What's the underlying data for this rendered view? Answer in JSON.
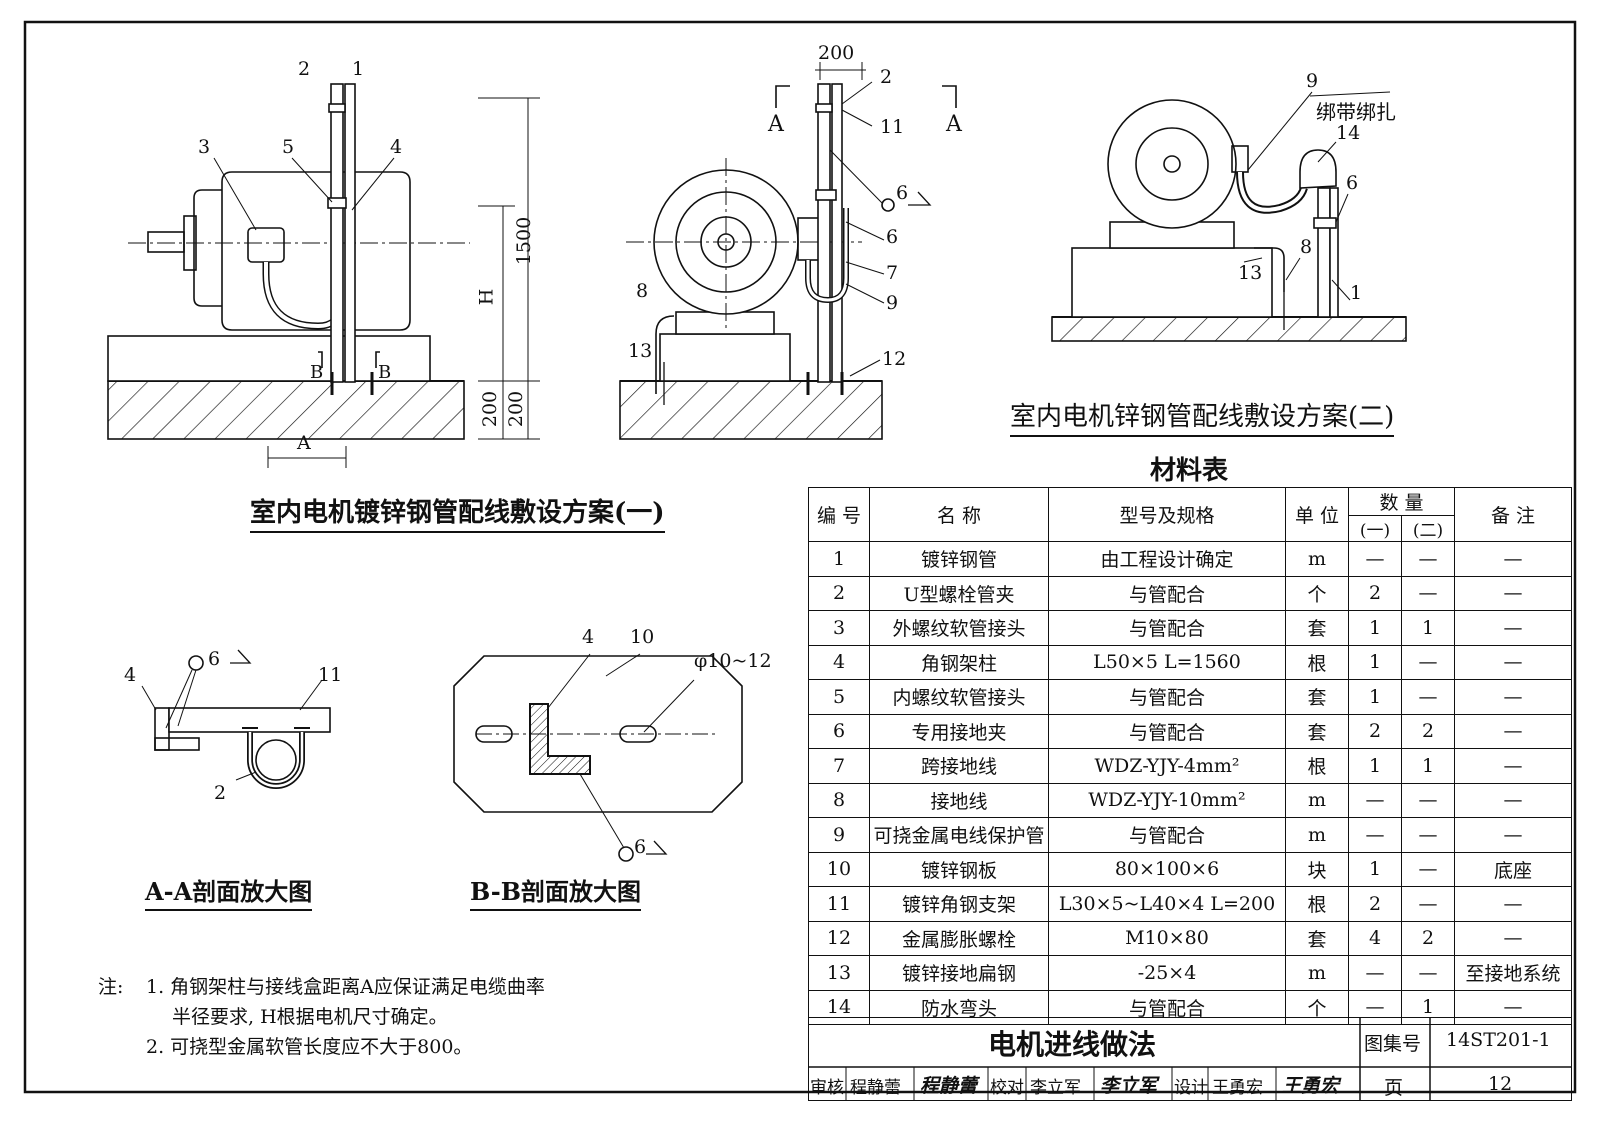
{
  "scheme1": {
    "caption": "室内电机镀锌钢管配线敷设方案(一)",
    "callouts": [
      "1",
      "2",
      "3",
      "4",
      "5"
    ],
    "dims": {
      "h": "H",
      "h1500": "1500",
      "d200a": "200",
      "d200b": "200",
      "a": "A"
    },
    "section_marks": [
      "B",
      "B"
    ]
  },
  "scheme_front": {
    "callouts": [
      "2",
      "11",
      "6",
      "6",
      "7",
      "9",
      "8",
      "13",
      "12"
    ],
    "dims": {
      "d200": "200"
    },
    "section_marks": [
      "A",
      "A"
    ]
  },
  "scheme2": {
    "caption": "室内电机锌钢管配线敷设方案(二)",
    "callouts": [
      "9",
      "14",
      "6",
      "8",
      "13",
      "1"
    ],
    "strap_label": "绑带绑扎"
  },
  "section_aa": {
    "caption": "A-A剖面放大图",
    "callouts": [
      "4",
      "6",
      "11",
      "2"
    ]
  },
  "section_bb": {
    "caption": "B-B剖面放大图",
    "callouts": [
      "4",
      "10",
      "6"
    ],
    "hole": "φ10~12"
  },
  "notes": {
    "head": "注:",
    "lines": [
      "1. 角钢架柱与接线盒距离A应保证满足电缆曲率",
      "半径要求, H根据电机尺寸确定。",
      "2. 可挠型金属软管长度应不大于800。"
    ]
  },
  "materials": {
    "title": "材料表",
    "headers": {
      "no": "编 号",
      "name": "名  称",
      "spec": "型号及规格",
      "unit": "单 位",
      "qty": "数  量",
      "qty1": "(一)",
      "qty2": "(二)",
      "remark": "备  注"
    },
    "rows": [
      {
        "no": "1",
        "name": "镀锌钢管",
        "spec": "由工程设计确定",
        "unit": "m",
        "q1": "—",
        "q2": "—",
        "remark": "—"
      },
      {
        "no": "2",
        "name": "U型螺栓管夹",
        "spec": "与管配合",
        "unit": "个",
        "q1": "2",
        "q2": "—",
        "remark": "—"
      },
      {
        "no": "3",
        "name": "外螺纹软管接头",
        "spec": "与管配合",
        "unit": "套",
        "q1": "1",
        "q2": "1",
        "remark": "—"
      },
      {
        "no": "4",
        "name": "角钢架柱",
        "spec": "L50×5 L=1560",
        "unit": "根",
        "q1": "1",
        "q2": "—",
        "remark": "—"
      },
      {
        "no": "5",
        "name": "内螺纹软管接头",
        "spec": "与管配合",
        "unit": "套",
        "q1": "1",
        "q2": "—",
        "remark": "—"
      },
      {
        "no": "6",
        "name": "专用接地夹",
        "spec": "与管配合",
        "unit": "套",
        "q1": "2",
        "q2": "2",
        "remark": "—"
      },
      {
        "no": "7",
        "name": "跨接地线",
        "spec": "WDZ-YJY-4mm²",
        "unit": "根",
        "q1": "1",
        "q2": "1",
        "remark": "—"
      },
      {
        "no": "8",
        "name": "接地线",
        "spec": "WDZ-YJY-10mm²",
        "unit": "m",
        "q1": "—",
        "q2": "—",
        "remark": "—"
      },
      {
        "no": "9",
        "name": "可挠金属电线保护管",
        "spec": "与管配合",
        "unit": "m",
        "q1": "—",
        "q2": "—",
        "remark": "—"
      },
      {
        "no": "10",
        "name": "镀锌钢板",
        "spec": "80×100×6",
        "unit": "块",
        "q1": "1",
        "q2": "—",
        "remark": "底座"
      },
      {
        "no": "11",
        "name": "镀锌角钢支架",
        "spec": "L30×5~L40×4 L=200",
        "unit": "根",
        "q1": "2",
        "q2": "—",
        "remark": "—"
      },
      {
        "no": "12",
        "name": "金属膨胀螺栓",
        "spec": "M10×80",
        "unit": "套",
        "q1": "4",
        "q2": "2",
        "remark": "—"
      },
      {
        "no": "13",
        "name": "镀锌接地扁钢",
        "spec": "-25×4",
        "unit": "m",
        "q1": "—",
        "q2": "—",
        "remark": "至接地系统"
      },
      {
        "no": "14",
        "name": "防水弯头",
        "spec": "与管配合",
        "unit": "个",
        "q1": "—",
        "q2": "1",
        "remark": "—"
      }
    ]
  },
  "title_block": {
    "title": "电机进线做法",
    "atlas_label": "图集号",
    "atlas_no": "14ST201-1",
    "page_label": "页",
    "page_no": "12",
    "review_label": "审核",
    "reviewer": "程静蕾",
    "reviewer_sig": "程静蕾",
    "check_label": "校对",
    "checker": "李立军",
    "checker_sig": "李立军",
    "design_label": "设计",
    "designer": "王勇宏",
    "designer_sig": "王勇宏"
  }
}
